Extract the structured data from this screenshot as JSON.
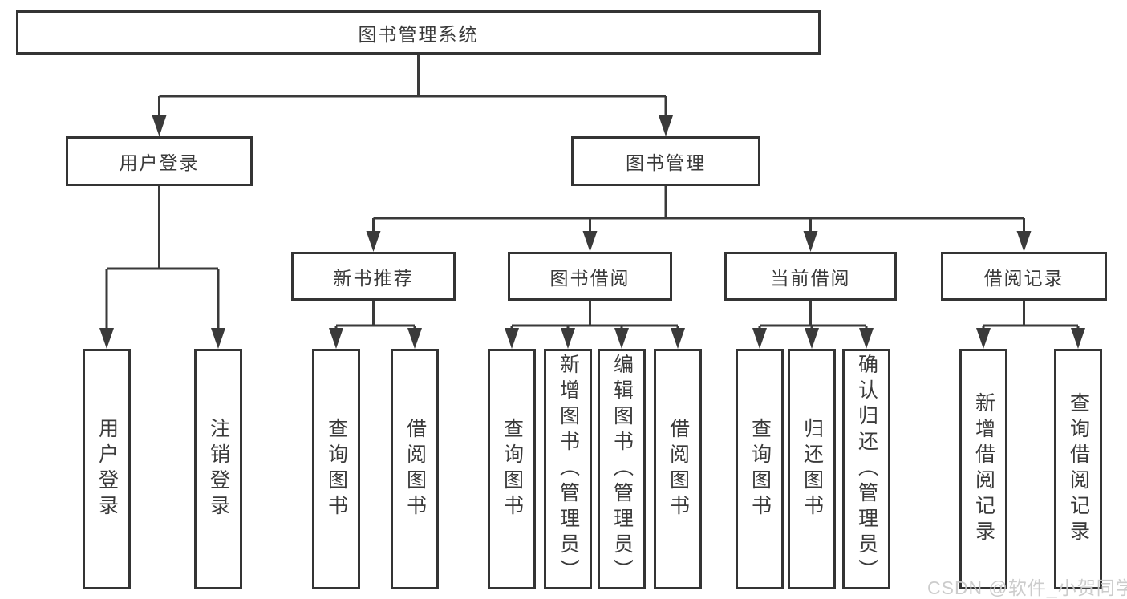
{
  "chart": {
    "root": {
      "label": "图书管理系统",
      "children": [
        {
          "label": "用户登录",
          "children": [
            {
              "label": "用户登录"
            },
            {
              "label": "注销登录"
            }
          ]
        },
        {
          "label": "图书管理",
          "children": [
            {
              "label": "新书推荐",
              "children": [
                {
                  "label": "查询图书"
                },
                {
                  "label": "借阅图书"
                }
              ]
            },
            {
              "label": "图书借阅",
              "children": [
                {
                  "label": "查询图书"
                },
                {
                  "label": "新增图书（管理员）"
                },
                {
                  "label": "编辑图书（管理员）"
                },
                {
                  "label": "借阅图书"
                }
              ]
            },
            {
              "label": "当前借阅",
              "children": [
                {
                  "label": "查询图书"
                },
                {
                  "label": "归还图书"
                },
                {
                  "label": "确认归还（管理员）"
                }
              ]
            },
            {
              "label": "借阅记录",
              "children": [
                {
                  "label": "新增借阅记录"
                },
                {
                  "label": "查询借阅记录"
                }
              ]
            }
          ]
        }
      ]
    }
  },
  "watermark": {
    "text": "CSDN @软件_小贺同学"
  },
  "colors": {
    "line": "#3a3a3a",
    "border": "#343434",
    "text": "#3a3a3a",
    "watermark": "#c9c9c9",
    "background": "#ffffff"
  }
}
